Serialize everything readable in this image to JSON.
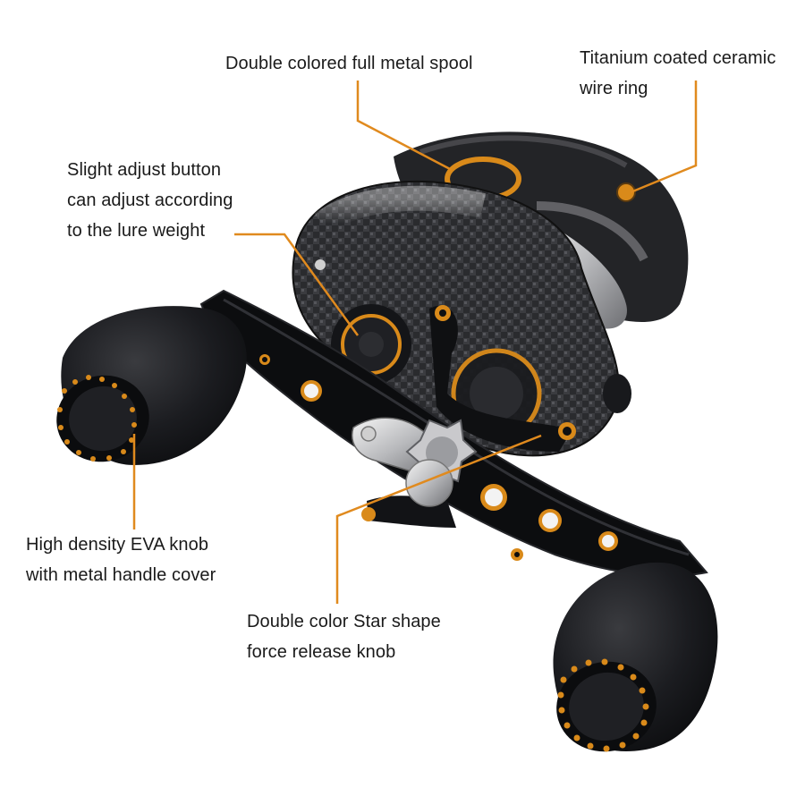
{
  "colors": {
    "background": "#ffffff",
    "callout_line": "#e08a1e",
    "accent_gold": "#d98a1a",
    "reel_body": "#1e1f22",
    "knob_foam": "#15161a",
    "text": "#1a1a1a"
  },
  "callouts": {
    "spool": {
      "lines": [
        "Double colored full metal spool"
      ]
    },
    "wire_ring": {
      "lines": [
        "Titanium coated ceramic",
        "wire ring"
      ]
    },
    "adjust_button": {
      "lines": [
        "Slight adjust button",
        "can adjust according",
        "to the lure weight"
      ]
    },
    "eva_knob": {
      "lines": [
        "High density EVA knob",
        "with metal handle cover"
      ]
    },
    "star_knob": {
      "lines": [
        "Double color Star shape",
        "force release knob"
      ]
    }
  },
  "image": {
    "subject": "baitcasting fishing reel with double handle"
  }
}
